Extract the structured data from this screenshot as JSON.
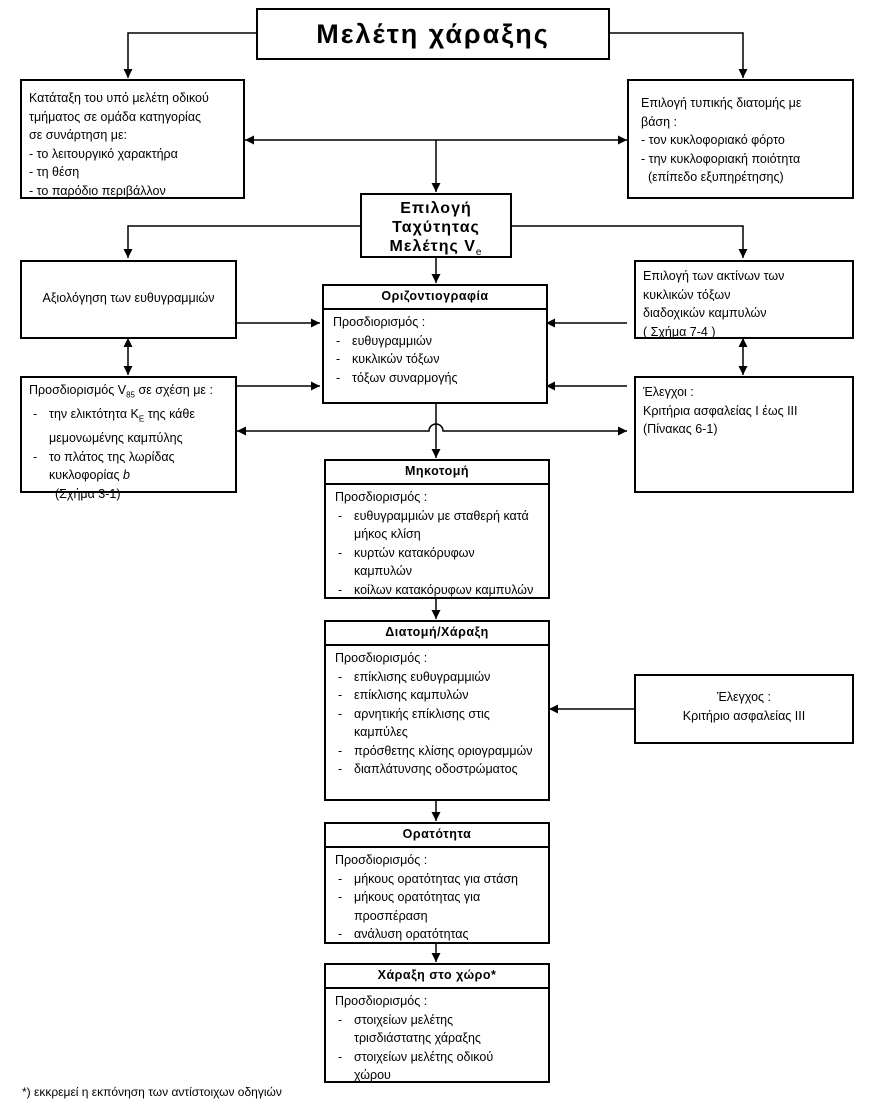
{
  "title": "Μελέτη χάραξης",
  "classification": {
    "lines": [
      "Κατάταξη του υπό μελέτη οδικού",
      "τμήματος σε ομάδα κατηγορίας",
      "σε συνάρτηση με:"
    ],
    "items": [
      "- το λειτουργικό χαρακτήρα",
      "- τη θέση",
      "- το παρόδιο περιβάλλον"
    ]
  },
  "cross_section_choice": {
    "lines": [
      "Επιλογή τυπικής διατομής με",
      "βάση :"
    ],
    "items": [
      "- τον κυκλοφοριακό φόρτο",
      "- την κυκλοφοριακή ποιότητα",
      "  (επίπεδο εξυπηρέτησης)"
    ]
  },
  "design_speed": {
    "line1": "Επιλογή",
    "line2": "Ταχύτητας",
    "line3_prefix": "Μελέτης V",
    "line3_sub": "e"
  },
  "straights_eval": {
    "text": "Αξιολόγηση των ευθυγραμμιών"
  },
  "radii_choice": {
    "lines": [
      "Επιλογή των ακτίνων των",
      "κυκλικών τόξων",
      "διαδοχικών καμπυλών",
      "( Σχήμα 7-4 )"
    ]
  },
  "v85": {
    "line1_prefix": "Προσδιορισμός V",
    "line1_sub": "85",
    "line1_suffix": " σε σχέση με :",
    "item1_prefix": "την ελικτότητα K",
    "item1_sub": "E",
    "item1_suffix": " της κάθε",
    "item1_cont": "μεμονωμένης καμπύλης",
    "item2": "το πλάτος της λωρίδας",
    "item2_cont_prefix": "κυκλοφορίας ",
    "item2_cont_b": "b",
    "item2_cont2": "(Σχήμα 3-1)"
  },
  "checks": {
    "lines": [
      "Έλεγχοι :",
      "Κριτήρια ασφαλείας Ι έως ΙΙΙ",
      "(Πίνακας 6-1)"
    ]
  },
  "horizontal": {
    "header": "Οριζοντιογραφία",
    "intro": "Προσδιορισμός :",
    "items": [
      "ευθυγραμμιών",
      "κυκλικών τόξων",
      "τόξων συναρμογής"
    ]
  },
  "profile": {
    "header": "Μηκοτομή",
    "intro": "Προσδιορισμός :",
    "items": [
      {
        "t": "ευθυγραμμιών με σταθερή κατά",
        "c": "μήκος  κλίση"
      },
      {
        "t": "κυρτών κατακόρυφων",
        "c": "καμπυλών"
      },
      {
        "t": "κοίλων κατακόρυφων καμπυλών",
        "c": ""
      }
    ]
  },
  "cross_section": {
    "header": "Διατομή/Χάραξη",
    "intro": "Προσδιορισμός :",
    "items": [
      {
        "t": "επίκλισης ευθυγραμμιών",
        "c": ""
      },
      {
        "t": "επίκλισης καμπυλών",
        "c": ""
      },
      {
        "t": "αρνητικής επίκλισης στις",
        "c": "καμπύλες"
      },
      {
        "t": "πρόσθετης κλίσης οριογραμμών",
        "c": ""
      },
      {
        "t": "διαπλάτυνσης οδοστρώματος",
        "c": ""
      }
    ]
  },
  "check3": {
    "line1": "Έλεγχος :",
    "line2": "Κριτήριο ασφαλείας ΙΙΙ"
  },
  "visibility": {
    "header": "Ορατότητα",
    "intro": "Προσδιορισμός :",
    "items": [
      {
        "t": "μήκους ορατότητας για στάση",
        "c": ""
      },
      {
        "t": "μήκους ορατότητας για",
        "c": "προσπέραση"
      },
      {
        "t": "ανάλυση ορατότητας",
        "c": ""
      }
    ]
  },
  "spatial": {
    "header": "Χάραξη στο χώρο*",
    "intro": "Προσδιορισμός :",
    "items": [
      {
        "t": "στοιχείων μελέτης",
        "c": "τρισδιάστατης χάραξης"
      },
      {
        "t": "στοιχείων μελέτης οδικού",
        "c": "χώρου"
      }
    ]
  },
  "footnote": "*) εκκρεμεί  η εκπόνηση των αντίστοιχων οδηγιών"
}
